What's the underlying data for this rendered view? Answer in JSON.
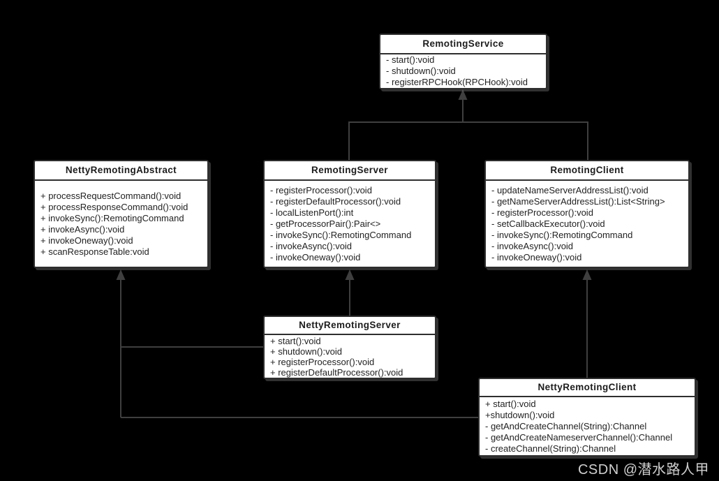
{
  "diagram": {
    "background_color": "#000000",
    "box_fill_color": "#ffffff",
    "box_border_color": "#2e2e2e",
    "connector_color": "#3f3f3f",
    "text_color": "#222222",
    "watermark": "CSDN @潜水路人甲",
    "classes": [
      {
        "name": "RemotingService",
        "methods": [
          "- start():void",
          "- shutdown():void",
          "- registerRPCHook(RPCHook):void"
        ]
      },
      {
        "name": "NettyRemotingAbstract",
        "methods": [
          "+ processRequestCommand():void",
          "+ processResponseCommand():void",
          "+ invokeSync():RemotingCommand",
          "+ invokeAsync():void",
          "+ invokeOneway():void",
          "+ scanResponseTable:void"
        ]
      },
      {
        "name": "RemotingServer",
        "methods": [
          "- registerProcessor():void",
          "- registerDefaultProcessor():void",
          "- localListenPort():int",
          "- getProcessorPair():Pair<>",
          "- invokeSync():RemotingCommand",
          "- invokeAsync():void",
          "- invokeOneway():void"
        ]
      },
      {
        "name": "RemotingClient",
        "methods": [
          "- updateNameServerAddressList():void",
          "- getNameServerAddressList():List<String>",
          "- registerProcessor():void",
          "- setCallbackExecutor():void",
          "- invokeSync():RemotingCommand",
          "- invokeAsync():void",
          "- invokeOneway():void"
        ]
      },
      {
        "name": "NettyRemotingServer",
        "methods": [
          "+ start():void",
          "+ shutdown():void",
          "+ registerProcessor():void",
          "+ registerDefaultProcessor():void"
        ]
      },
      {
        "name": "NettyRemotingClient",
        "methods": [
          "+ start():void",
          "+shutdown():void",
          "- getAndCreateChannel(String):Channel",
          "- getAndCreateNameserverChannel():Channel",
          "- createChannel(String):Channel"
        ]
      }
    ]
  }
}
